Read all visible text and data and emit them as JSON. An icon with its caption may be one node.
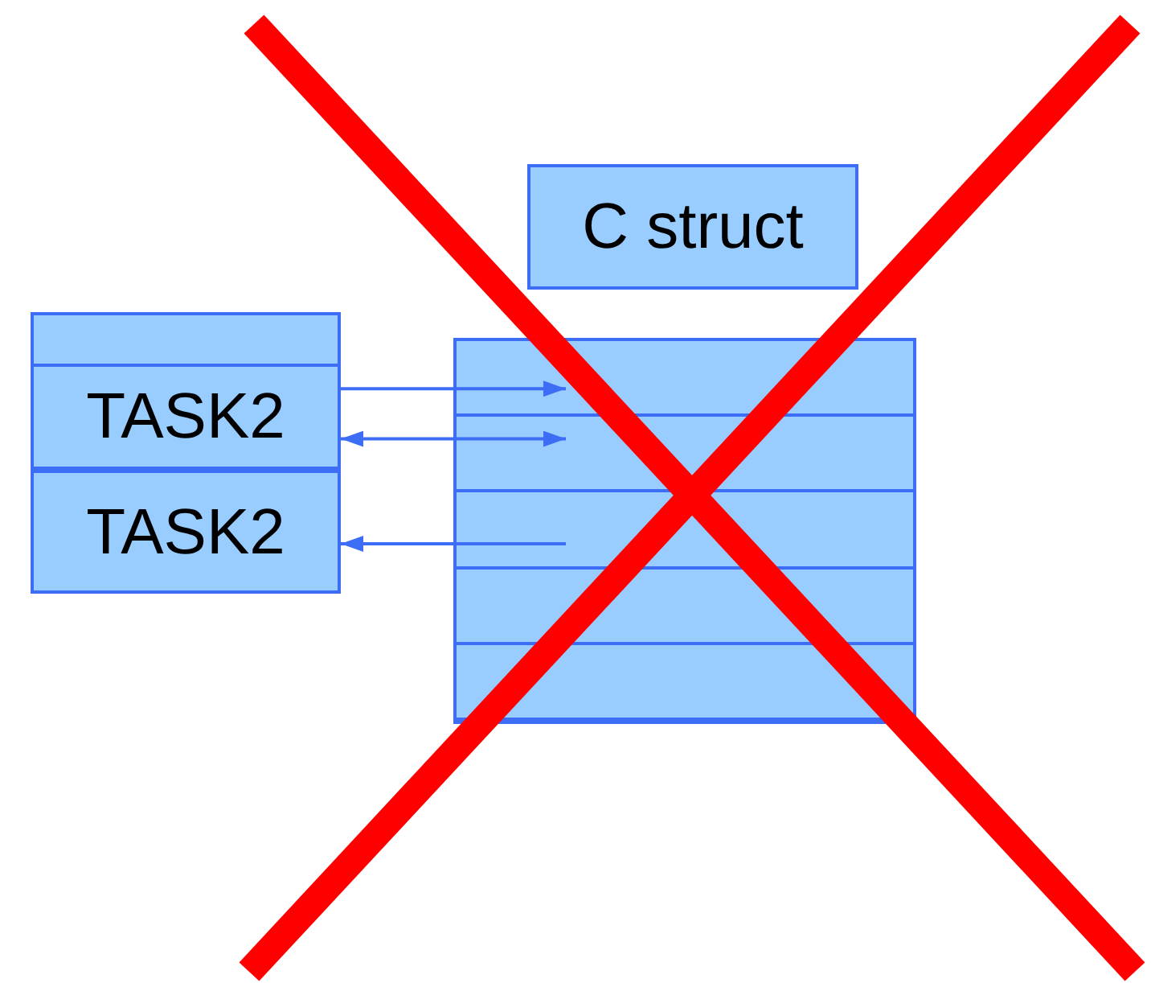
{
  "diagram": {
    "nodes": [
      {
        "text": [
          "C struct"
        ]
      },
      {
        "text": [],
        "shape": "box"
      },
      {
        "text": [
          "TASK2"
        ]
      },
      {
        "text": [
          "TASK2"
        ]
      },
      {
        "text": [],
        "shape": "box"
      },
      {
        "text": [],
        "shape": "box",
        "in": 4
      },
      {
        "text": [],
        "shape": "box",
        "in": 4
      },
      {
        "text": [],
        "shape": "box",
        "in": 4
      },
      {
        "text": [],
        "shape": "box",
        "in": 4
      },
      {
        "text": [],
        "shape": "box",
        "in": 4
      }
    ],
    "edges": [
      {
        "from": 2,
        "to": 5,
        "arrow": "to"
      },
      {
        "from": 2,
        "to": 6,
        "arrow": "both"
      },
      {
        "from": 7,
        "to": 3,
        "arrow": "to"
      }
    ]
  }
}
